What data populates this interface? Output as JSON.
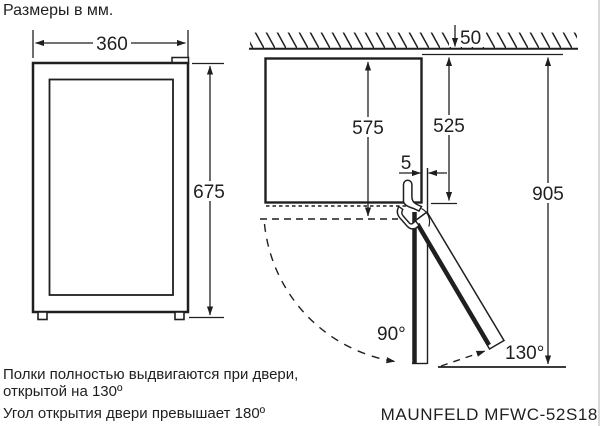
{
  "title": "Размеры в мм.",
  "front_view": {
    "width_label": "360",
    "height_label": "675"
  },
  "top_view": {
    "wall_gap_label": "50",
    "depth_with_door_label": "575",
    "niche_depth_label": "525",
    "door_side_clearance_label": "5",
    "total_clearance_label": "905",
    "door_angle_90_label": "90°",
    "door_angle_130_label": "130°"
  },
  "notes": {
    "shelves_line1": "Полки полностью выдвигаются при двери,",
    "shelves_line2": "открытой на 130º",
    "opening_angle": "Угол открытия двери превышает 180º"
  },
  "model": "MAUNFELD MFWC-52S18",
  "colors": {
    "ink": "#1f1f1f",
    "background": "#ffffff"
  }
}
